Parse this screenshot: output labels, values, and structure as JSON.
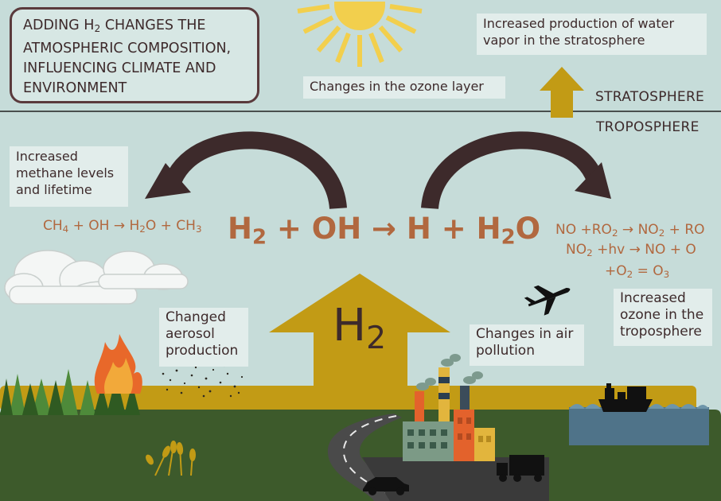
{
  "title": {
    "line1_pre": "ADDING H",
    "line1_sub": "2",
    "line1_post": " CHANGES THE",
    "line2": "ATMOSPHERIC COMPOSITION,",
    "line3": "INFLUENCING CLIMATE AND",
    "line4": "ENVIRONMENT"
  },
  "layers": {
    "upper": "STRATOSPHERE",
    "lower": "TROPOSPHERE"
  },
  "callouts": {
    "ozone_layer": "Changes in the ozone layer",
    "water_vapor": "Increased production of water vapor in the stratosphere",
    "methane": "Increased methane levels and lifetime",
    "aerosol": "Changed aerosol production",
    "air_pollution": "Changes in air pollution",
    "tropo_ozone": "Increased ozone in the troposphere"
  },
  "equations": {
    "main": {
      "t1": "H",
      "s1": "2",
      "t2": " + OH → H + H",
      "s2": "2",
      "t3": "O"
    },
    "methane": {
      "t1": "CH",
      "s1": "4",
      "t2": " + OH → H",
      "s2": "2",
      "t3": "O + CH",
      "s3": "3"
    },
    "nox_1": {
      "t1": "NO +RO",
      "s1": "2",
      "t2": " → NO",
      "s2": "2",
      "t3": " + RO"
    },
    "nox_2": {
      "t1": "NO",
      "s1": "2",
      "t2": " +hv → NO + O"
    },
    "nox_3": {
      "t1": "+O",
      "s1": "2",
      "t2": " = O",
      "s2": "3"
    }
  },
  "h2_arrow": {
    "t1": "H",
    "s1": "2"
  },
  "colors": {
    "sky": "#c6dcd9",
    "ground": "#3d5a2b",
    "h2_gold": "#c29b15",
    "arrow_brown": "#3d2a2b",
    "equation": "#b1683f",
    "water": "#4f7389"
  },
  "icons": [
    "sun-icon",
    "cloud-icon",
    "forest-icon",
    "fire-icon",
    "airplane-icon",
    "ship-icon",
    "factory-icon",
    "car-icon",
    "truck-icon",
    "wheat-icon",
    "road-icon"
  ]
}
